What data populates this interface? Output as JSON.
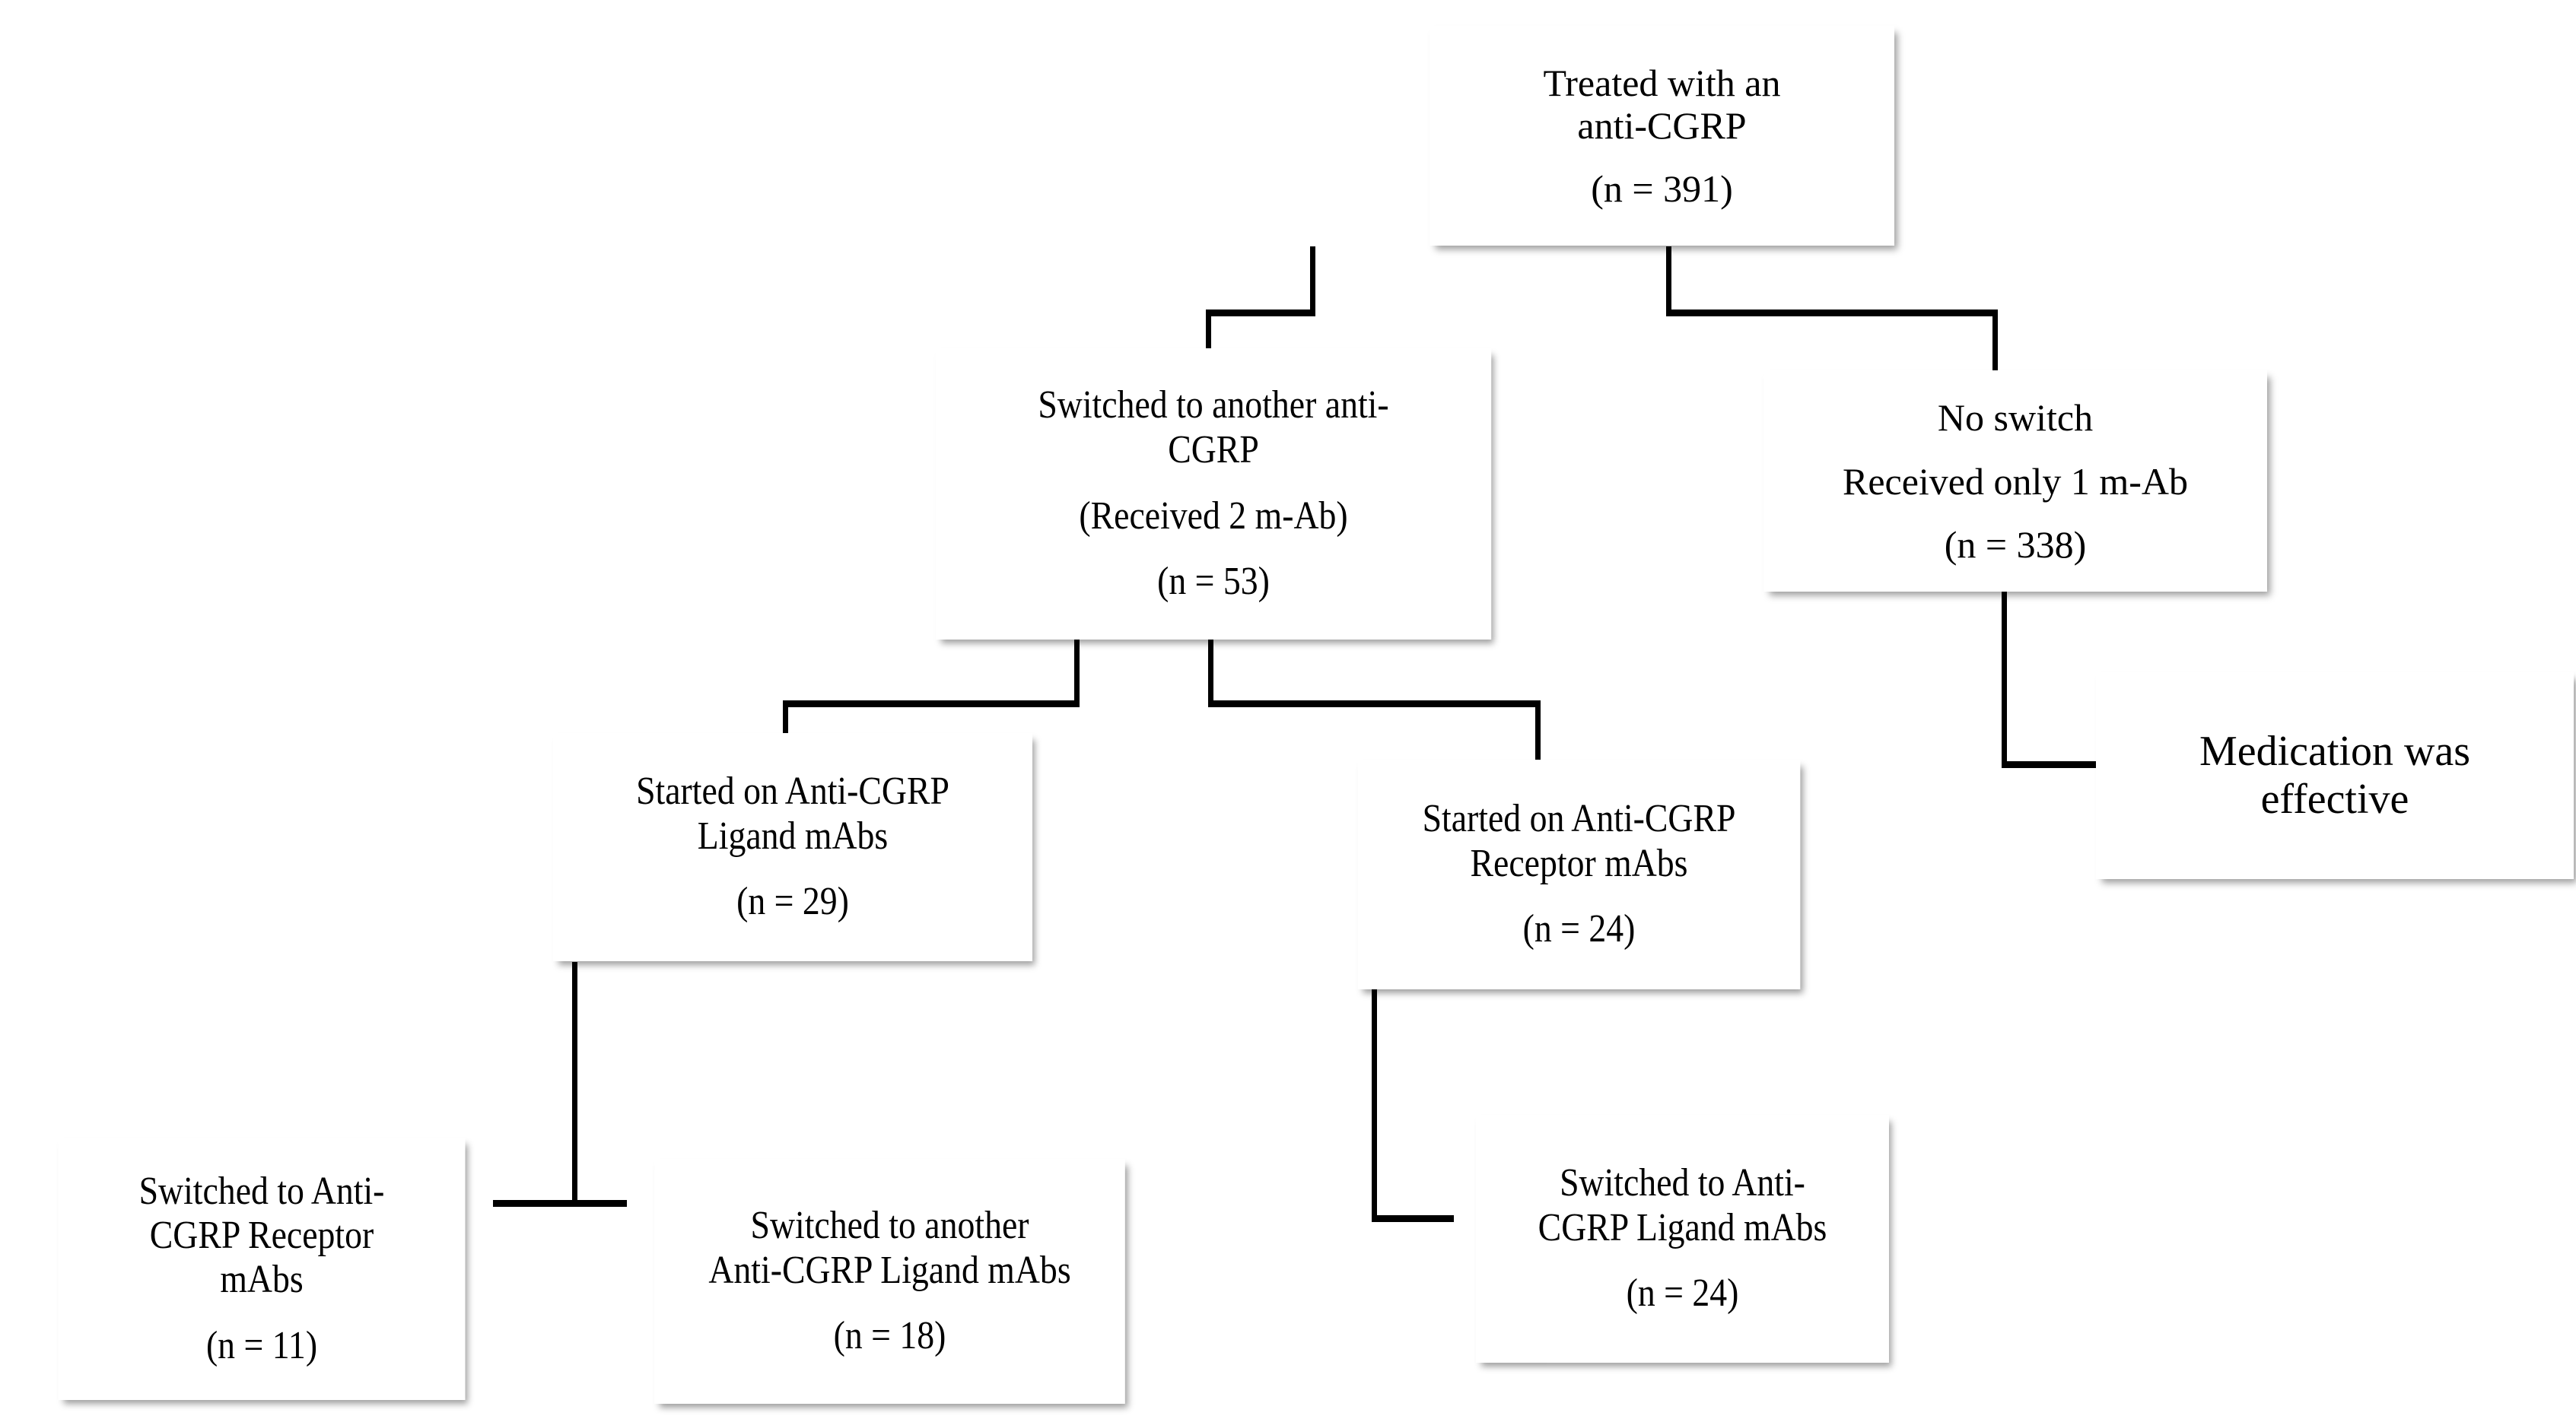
{
  "figure": {
    "type": "flowchart",
    "title": "",
    "orientation": "top-down",
    "background_color": "#ffffff",
    "box_fill_color": "#ffffff",
    "line_color": "#000000",
    "text_color": "#000000"
  },
  "nodes": {
    "root": {
      "id": "treated-with-anti-cgrp",
      "line1": "Treated with an",
      "line2": "anti-CGRP",
      "count_line": "(n =  391)",
      "n": 391
    },
    "switched": {
      "id": "switched-to-another-anti-cgrp",
      "line1": "Switched to another anti-",
      "line2": "CGRP",
      "detail_line": "(Received 2 m-Ab)",
      "count_line": "(n =  53)",
      "n": 53
    },
    "no_switch": {
      "id": "no-switch",
      "line1": "No switch",
      "line2": "Received only 1 m-Ab",
      "count_line": "(n = 338)",
      "n": 338
    },
    "effective": {
      "id": "medication-was-effective",
      "line1": "Medication was",
      "line2": "effective"
    },
    "started_ligand": {
      "id": "started-on-anti-cgrp-ligand-mabs",
      "line1": "Started on Anti-CGRP",
      "line2": "Ligand mAbs",
      "count_line": "(n = 29)",
      "n": 29
    },
    "started_receptor": {
      "id": "started-on-anti-cgrp-receptor-mabs",
      "line1": "Started on Anti-CGRP",
      "line2": "Receptor mAbs",
      "count_line": "(n = 24)",
      "n": 24
    },
    "switch_to_receptor": {
      "id": "switched-to-anti-cgrp-receptor-mabs",
      "line1": "Switched to Anti-",
      "line2": "CGRP Receptor",
      "line3": "mAbs",
      "count_line": "(n = 11)",
      "n": 11
    },
    "switch_to_other_ligand": {
      "id": "switched-to-another-anti-cgrp-ligand-mabs",
      "line1": "Switched to another",
      "line2": "Anti-CGRP Ligand mAbs",
      "count_line": "(n = 18)",
      "n": 18
    },
    "switch_to_ligand": {
      "id": "switched-to-anti-cgrp-ligand-mabs",
      "line1": "Switched to Anti-",
      "line2": "CGRP Ligand mAbs",
      "count_line": "(n = 24)",
      "n": 24
    }
  },
  "edges": [
    {
      "from": "treated-with-anti-cgrp",
      "to": "switched-to-another-anti-cgrp"
    },
    {
      "from": "treated-with-anti-cgrp",
      "to": "no-switch"
    },
    {
      "from": "no-switch",
      "to": "medication-was-effective"
    },
    {
      "from": "switched-to-another-anti-cgrp",
      "to": "started-on-anti-cgrp-ligand-mabs"
    },
    {
      "from": "switched-to-another-anti-cgrp",
      "to": "started-on-anti-cgrp-receptor-mabs"
    },
    {
      "from": "started-on-anti-cgrp-ligand-mabs",
      "to": "switched-to-anti-cgrp-receptor-mabs"
    },
    {
      "from": "started-on-anti-cgrp-ligand-mabs",
      "to": "switched-to-another-anti-cgrp-ligand-mabs"
    },
    {
      "from": "started-on-anti-cgrp-receptor-mabs",
      "to": "switched-to-anti-cgrp-ligand-mabs"
    }
  ]
}
